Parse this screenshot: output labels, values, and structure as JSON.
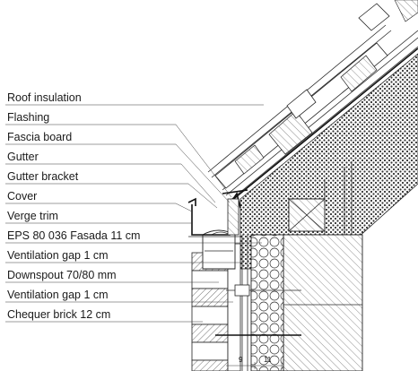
{
  "labels": [
    "Roof insulation",
    "Flashing",
    "Fascia board",
    "Gutter",
    "Gutter bracket",
    "Cover",
    "Verge trim",
    "EPS 80 036 Fasada 11 cm",
    "Ventilation gap 1 cm",
    "Downspout 70/80 mm",
    "Ventilation gap 1 cm",
    "Chequer brick 12 cm"
  ],
  "dimensions": [
    "9",
    "11"
  ]
}
